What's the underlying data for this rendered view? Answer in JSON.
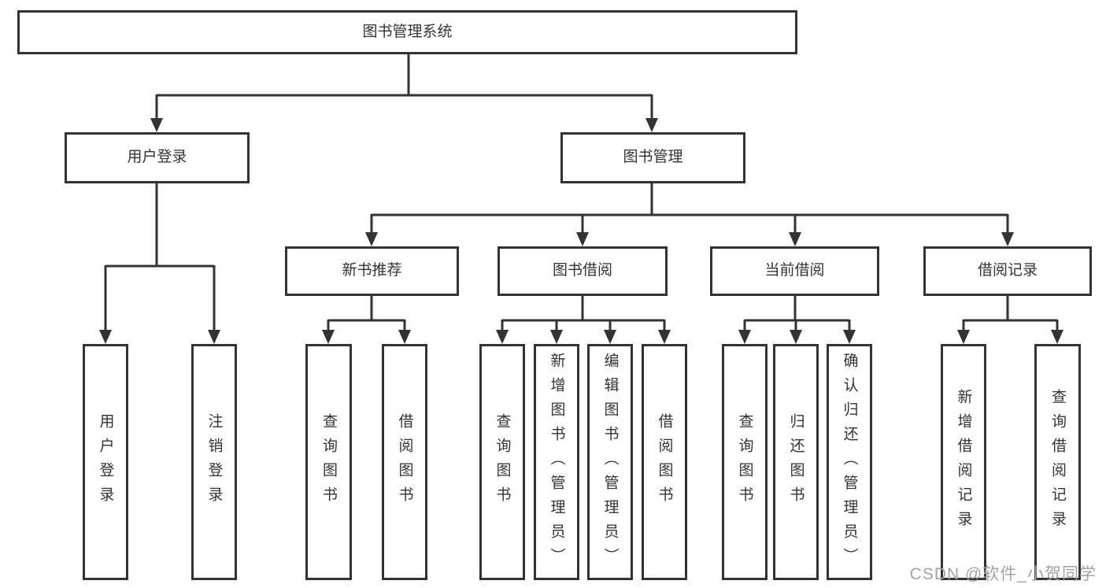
{
  "root": {
    "label": "图书管理系统"
  },
  "branches": [
    {
      "label": "用户登录",
      "children": [
        {
          "label": "用户登录"
        },
        {
          "label": "注销登录"
        }
      ]
    },
    {
      "label": "图书管理",
      "children": [
        {
          "label": "新书推荐",
          "children": [
            {
              "label": "查询图书"
            },
            {
              "label": "借阅图书"
            }
          ]
        },
        {
          "label": "图书借阅",
          "children": [
            {
              "label": "查询图书"
            },
            {
              "label": "新增图书（管理员）"
            },
            {
              "label": "编辑图书（管理员）"
            },
            {
              "label": "借阅图书"
            }
          ]
        },
        {
          "label": "当前借阅",
          "children": [
            {
              "label": "查询图书"
            },
            {
              "label": "归还图书"
            },
            {
              "label": "确认归还（管理员）"
            }
          ]
        },
        {
          "label": "借阅记录",
          "children": [
            {
              "label": "新增借阅记录"
            },
            {
              "label": "查询借阅记录"
            }
          ]
        }
      ]
    }
  ],
  "watermark": {
    "text": "CSDN @软件_小贺同学"
  },
  "colors": {
    "line": "#333333",
    "text": "#333333",
    "box_fill": "#ffffff",
    "background": "#ffffff",
    "watermark": "#a3a3a3"
  }
}
